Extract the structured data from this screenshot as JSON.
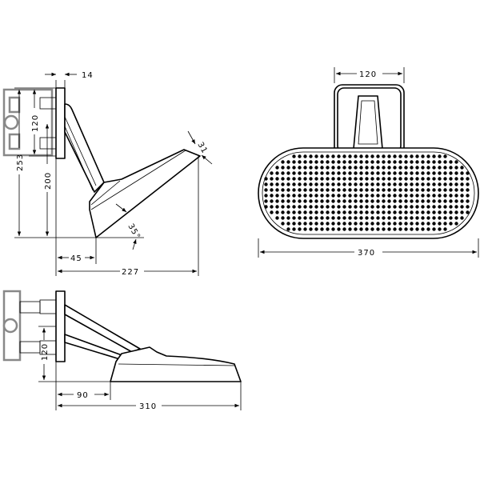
{
  "drawing": {
    "side_view": {
      "dim_plate_thickness": "14",
      "dim_total_height": "253",
      "dim_bracket_spacing": "120",
      "dim_outlet_height": "200",
      "dim_projection_min": "45",
      "dim_projection_max": "227",
      "dim_head_thickness": "31",
      "dim_tilt_angle": "35°"
    },
    "top_view": {
      "dim_bracket_spacing": "120",
      "dim_projection_min": "90",
      "dim_projection_max": "310"
    },
    "front_view": {
      "dim_plate_width": "120",
      "dim_head_width": "370"
    }
  },
  "colors": {
    "line": "#000000",
    "box": "#888888"
  }
}
